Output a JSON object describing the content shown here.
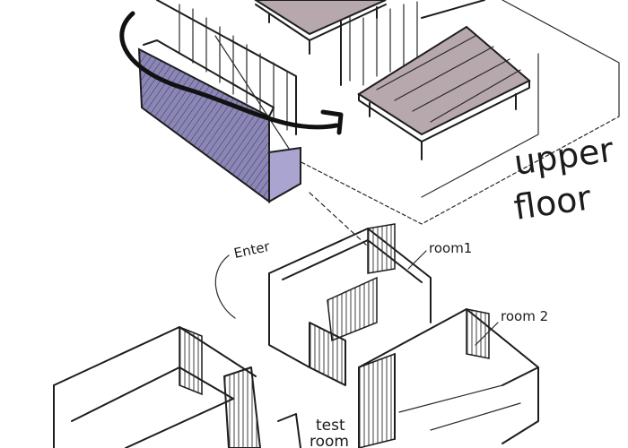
{
  "labels": {
    "upper_floor_line1": "upper",
    "upper_floor_line2": "floor",
    "enter": "Enter",
    "room1": "room1",
    "room2": "room 2",
    "test_room_line1": "test",
    "test_room_line2": "room"
  },
  "colors": {
    "ink": "#1d1d1d",
    "stair_fill": "#8b86b8",
    "stair_block": "#a9a4d0",
    "table_top": "#b7a8ad",
    "paper": "#ffffff"
  }
}
